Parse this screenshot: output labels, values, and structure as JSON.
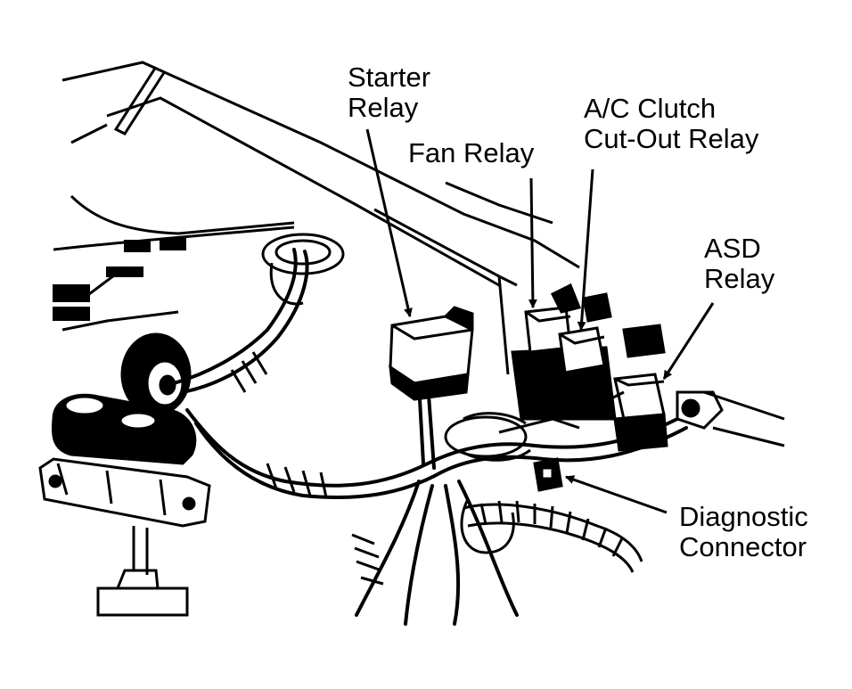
{
  "labels": {
    "starter_relay": [
      "Starter",
      "Relay"
    ],
    "fan_relay": [
      "Fan Relay"
    ],
    "ac_clutch_relay": [
      "A/C Clutch",
      "Cut-Out Relay"
    ],
    "asd_relay": [
      "ASD",
      "Relay"
    ],
    "diagnostic_connector": [
      "Diagnostic",
      "Connector"
    ]
  },
  "colors": {
    "ink": "#000000",
    "paper": "#ffffff"
  }
}
